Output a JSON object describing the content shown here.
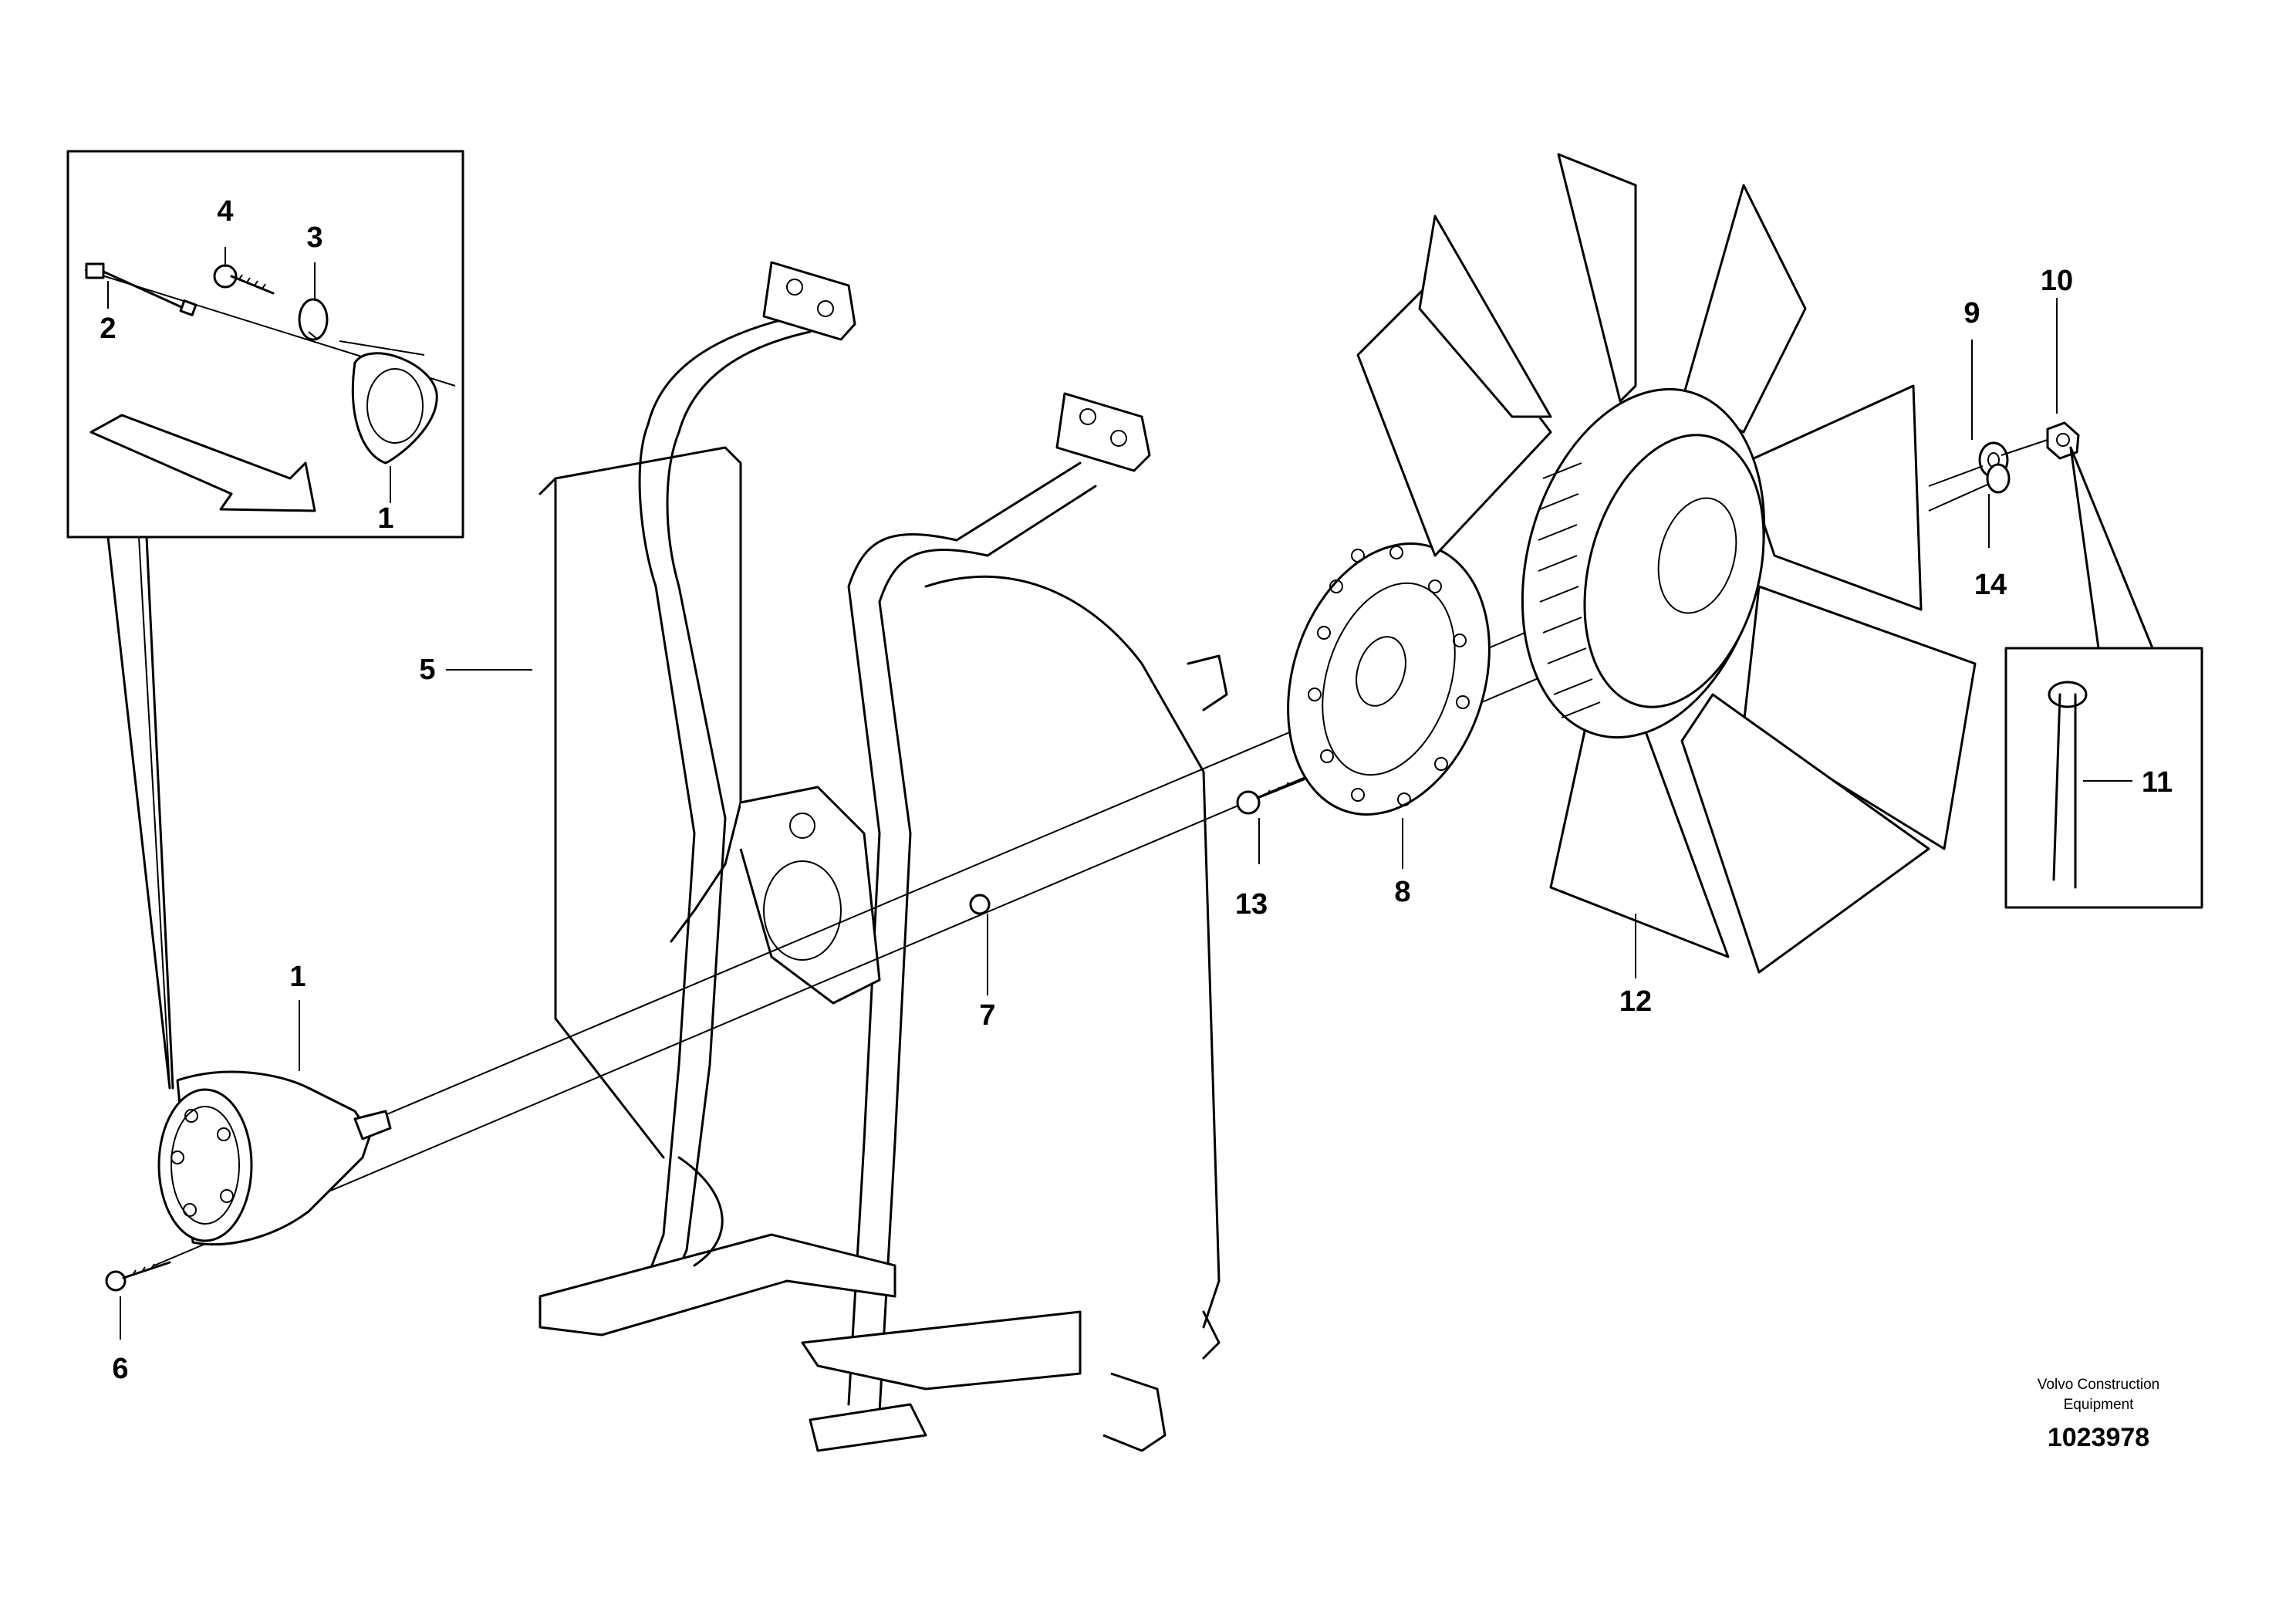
{
  "callouts": {
    "c1_detail": "1",
    "c2": "2",
    "c3": "3",
    "c4": "4",
    "c5": "5",
    "c1_main": "1",
    "c6": "6",
    "c7": "7",
    "c8": "8",
    "c9": "9",
    "c10": "10",
    "c11": "11",
    "c12": "12",
    "c13": "13",
    "c14": "14"
  },
  "credit": {
    "line1": "Volvo Construction",
    "line2": "Equipment",
    "doc_number": "1023978"
  }
}
